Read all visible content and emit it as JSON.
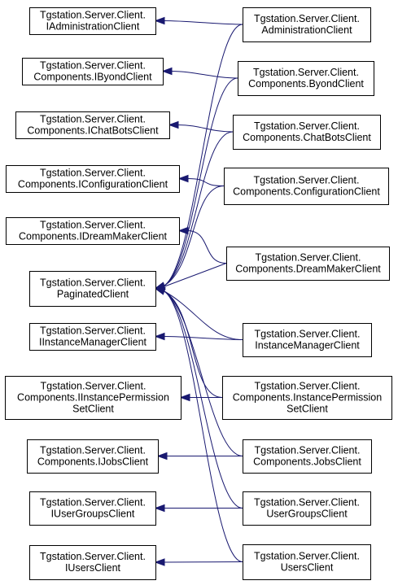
{
  "nodes": {
    "IAdministrationClient": [
      "Tgstation.Server.Client.",
      "IAdministrationClient"
    ],
    "IByondClient": [
      "Tgstation.Server.Client.",
      "Components.IByondClient"
    ],
    "IChatBotsClient": [
      "Tgstation.Server.Client.",
      "Components.IChatBotsClient"
    ],
    "IConfigurationClient": [
      "Tgstation.Server.Client.",
      "Components.IConfigurationClient"
    ],
    "IDreamMakerClient": [
      "Tgstation.Server.Client.",
      "Components.IDreamMakerClient"
    ],
    "PaginatedClient": [
      "Tgstation.Server.Client.",
      "PaginatedClient"
    ],
    "IInstanceManagerClient": [
      "Tgstation.Server.Client.",
      "IInstanceManagerClient"
    ],
    "IInstancePermissionSetClient": [
      "Tgstation.Server.Client.",
      "Components.IInstancePermission",
      "SetClient"
    ],
    "IJobsClient": [
      "Tgstation.Server.Client.",
      "Components.IJobsClient"
    ],
    "IUserGroupsClient": [
      "Tgstation.Server.Client.",
      "IUserGroupsClient"
    ],
    "IUsersClient": [
      "Tgstation.Server.Client.",
      "IUsersClient"
    ],
    "AdministrationClient": [
      "Tgstation.Server.Client.",
      "AdministrationClient"
    ],
    "ByondClient": [
      "Tgstation.Server.Client.",
      "Components.ByondClient"
    ],
    "ChatBotsClient": [
      "Tgstation.Server.Client.",
      "Components.ChatBotsClient"
    ],
    "ConfigurationClient": [
      "Tgstation.Server.Client.",
      "Components.ConfigurationClient"
    ],
    "DreamMakerClient": [
      "Tgstation.Server.Client.",
      "Components.DreamMakerClient"
    ],
    "InstanceManagerClient": [
      "Tgstation.Server.Client.",
      "InstanceManagerClient"
    ],
    "InstancePermissionSetClient": [
      "Tgstation.Server.Client.",
      "Components.InstancePermission",
      "SetClient"
    ],
    "JobsClient": [
      "Tgstation.Server.Client.",
      "Components.JobsClient"
    ],
    "UserGroupsClient": [
      "Tgstation.Server.Client.",
      "UserGroupsClient"
    ],
    "UsersClient": [
      "Tgstation.Server.Client.",
      "UsersClient"
    ]
  },
  "edges": [
    [
      "AdministrationClient",
      "IAdministrationClient"
    ],
    [
      "ByondClient",
      "IByondClient"
    ],
    [
      "ChatBotsClient",
      "IChatBotsClient"
    ],
    [
      "ConfigurationClient",
      "IConfigurationClient"
    ],
    [
      "DreamMakerClient",
      "IDreamMakerClient"
    ],
    [
      "InstanceManagerClient",
      "IInstanceManagerClient"
    ],
    [
      "InstancePermissionSetClient",
      "IInstancePermissionSetClient"
    ],
    [
      "JobsClient",
      "IJobsClient"
    ],
    [
      "UserGroupsClient",
      "IUserGroupsClient"
    ],
    [
      "UsersClient",
      "IUsersClient"
    ],
    [
      "AdministrationClient",
      "PaginatedClient"
    ],
    [
      "ByondClient",
      "PaginatedClient"
    ],
    [
      "ChatBotsClient",
      "PaginatedClient"
    ],
    [
      "ConfigurationClient",
      "PaginatedClient"
    ],
    [
      "DreamMakerClient",
      "PaginatedClient"
    ],
    [
      "InstanceManagerClient",
      "PaginatedClient"
    ],
    [
      "InstancePermissionSetClient",
      "PaginatedClient"
    ],
    [
      "JobsClient",
      "PaginatedClient"
    ],
    [
      "UserGroupsClient",
      "PaginatedClient"
    ],
    [
      "UsersClient",
      "PaginatedClient"
    ]
  ],
  "colors": {
    "edge": "#191970",
    "box_border": "#000000",
    "box_fill": "#ffffff",
    "text": "#000000"
  }
}
